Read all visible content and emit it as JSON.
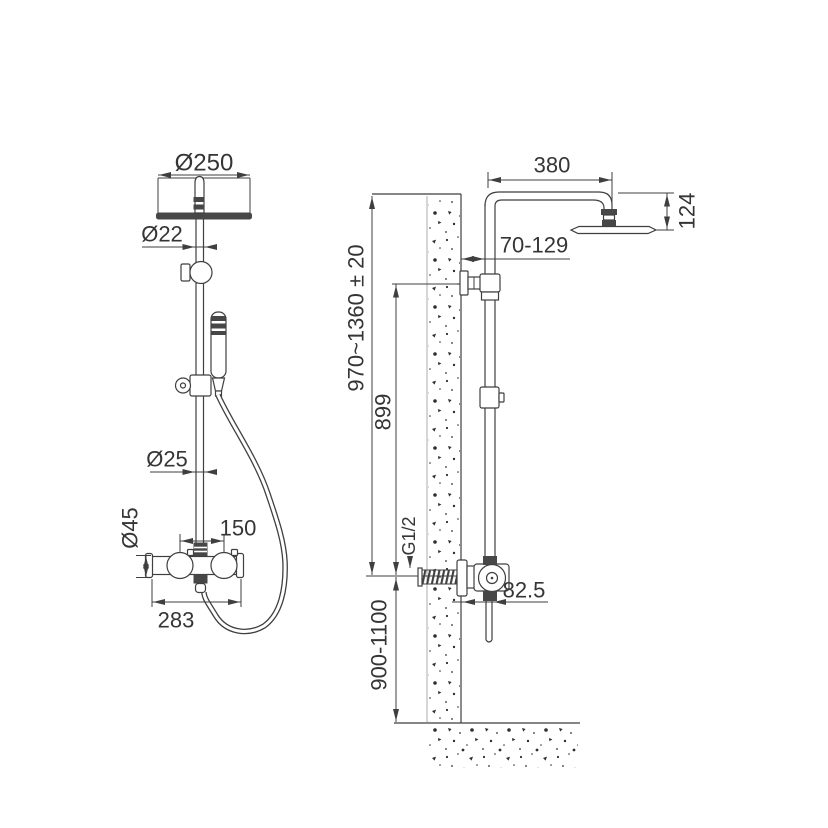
{
  "document": {
    "type": "technical-installation-drawing",
    "subject": "thermostatic shower column, front and side view",
    "colors": {
      "background": "#ffffff",
      "line": "#3f3f3f",
      "speckle": "#2f2f2f"
    }
  },
  "labels": {
    "front": {
      "head_diameter": "Ø250",
      "pipe_diameter": "Ø22",
      "riser_diameter": "Ø25",
      "valve_diameter": "Ø45",
      "handle_spacing": "150",
      "valve_width": "283"
    },
    "side": {
      "arm_length": "380",
      "head_offset": "124",
      "wall_clearance": "70-129",
      "total_height": "970~1360 ± 20",
      "riser_height": "899",
      "thread": "G1/2",
      "outlet_offset": "82.5",
      "mounting_height": "900-1100"
    }
  }
}
